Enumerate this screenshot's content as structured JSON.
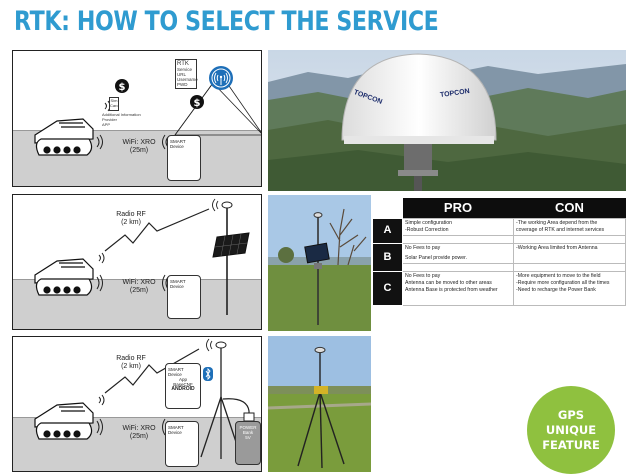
{
  "page": {
    "title": "RTK: HOW TO SELECT THE SERVICE",
    "title_color": "#2f9bd0"
  },
  "panel1": {
    "info_card": [
      "Sim",
      "Card",
      "Additional Information",
      "Provider",
      "APP"
    ],
    "rtk_card": [
      "RTK",
      "Service",
      "URL",
      "Username",
      "PWD"
    ],
    "wifi_label": "WiFi: XRO",
    "wifi_range": "(25m)",
    "device_label": [
      "SMART",
      "Device"
    ]
  },
  "panel2": {
    "radio_label": "Radio RF",
    "radio_range": "(2 km)",
    "wifi_label": "WiFi: XRO",
    "wifi_range": "(25m)",
    "device_label": [
      "SMART",
      "Device"
    ]
  },
  "panel3": {
    "radio_label": "Radio RF",
    "radio_range": "(2 km)",
    "phone_label": [
      "SMART",
      "Device",
      "App",
      "BaseCNF"
    ],
    "phone_os": "ANDROID",
    "wifi_label": "WiFi: XRO",
    "wifi_range": "(25m)",
    "device_label": [
      "SMART",
      "Device"
    ],
    "powerbank_label": [
      "POWER",
      "Bank",
      "5V"
    ]
  },
  "photos": {
    "dome_brand": "TOPCON",
    "dome_brand_2": "TOPCON"
  },
  "table": {
    "pro_header": "PRO",
    "con_header": "CON",
    "rows": [
      {
        "key": "A",
        "pro": [
          "Simple configuration",
          "-Robust Correction"
        ],
        "con": [
          "-The working Area depend from the",
          "coverage of RTK and internet services"
        ]
      },
      {
        "key": "B",
        "pro": [
          "No Fees to pay",
          "Solar Panel provide power."
        ],
        "con": [
          "-Working Area limited from Antenna"
        ]
      },
      {
        "key": "C",
        "pro": [
          "No Fees to pay",
          "Antenna can be moved to other areas",
          "Antenna Base is protected from weather"
        ],
        "con": [
          "-More equipment to move to the field",
          "-Require more configuration all the times",
          "-Need to recharge the Power Bank"
        ]
      }
    ]
  },
  "badge": {
    "lines": [
      "GPS",
      "UNIQUE",
      "FEATURE"
    ],
    "color": "#8fc13f"
  }
}
